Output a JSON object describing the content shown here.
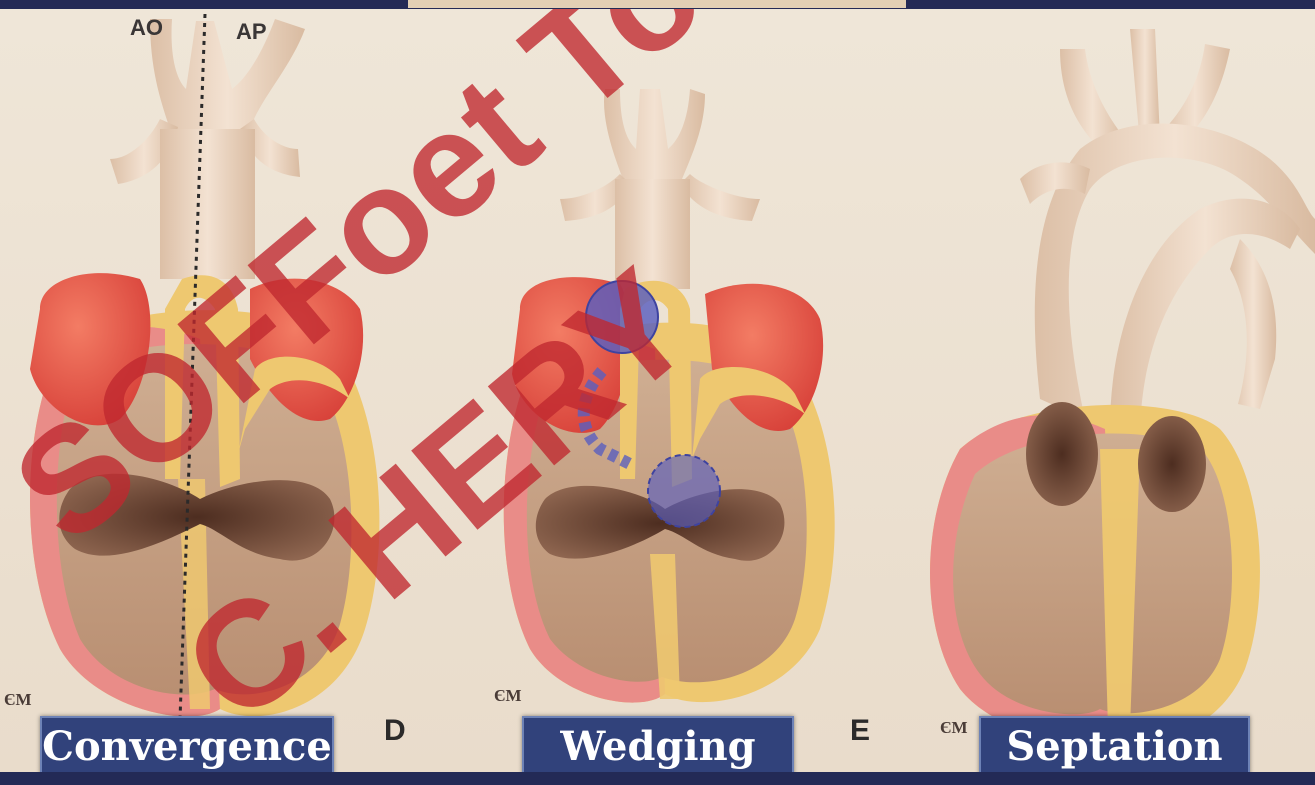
{
  "labels": {
    "aorta": "AO",
    "pulmonary_artery": "AP",
    "panel_d": "D",
    "panel_e": "E",
    "signature": "ЄМ"
  },
  "captions": {
    "convergence": "Convergence",
    "wedging": "Wedging",
    "septation": "Septation"
  },
  "watermark": {
    "line1": "SOFFoet Tours",
    "line2": "C. HERY"
  },
  "colors": {
    "background": "#ede1d2",
    "watermark": "#c0282f",
    "caption_fill": "#31427b",
    "caption_border": "#6d82b6",
    "marker_blue": "#5a5fbf",
    "atrium_red": "#e85a4a",
    "ventricle_left_pink": "#e98c88",
    "ventricle_right_yellow": "#eec870",
    "vessel_beige": "#ead2bc"
  }
}
